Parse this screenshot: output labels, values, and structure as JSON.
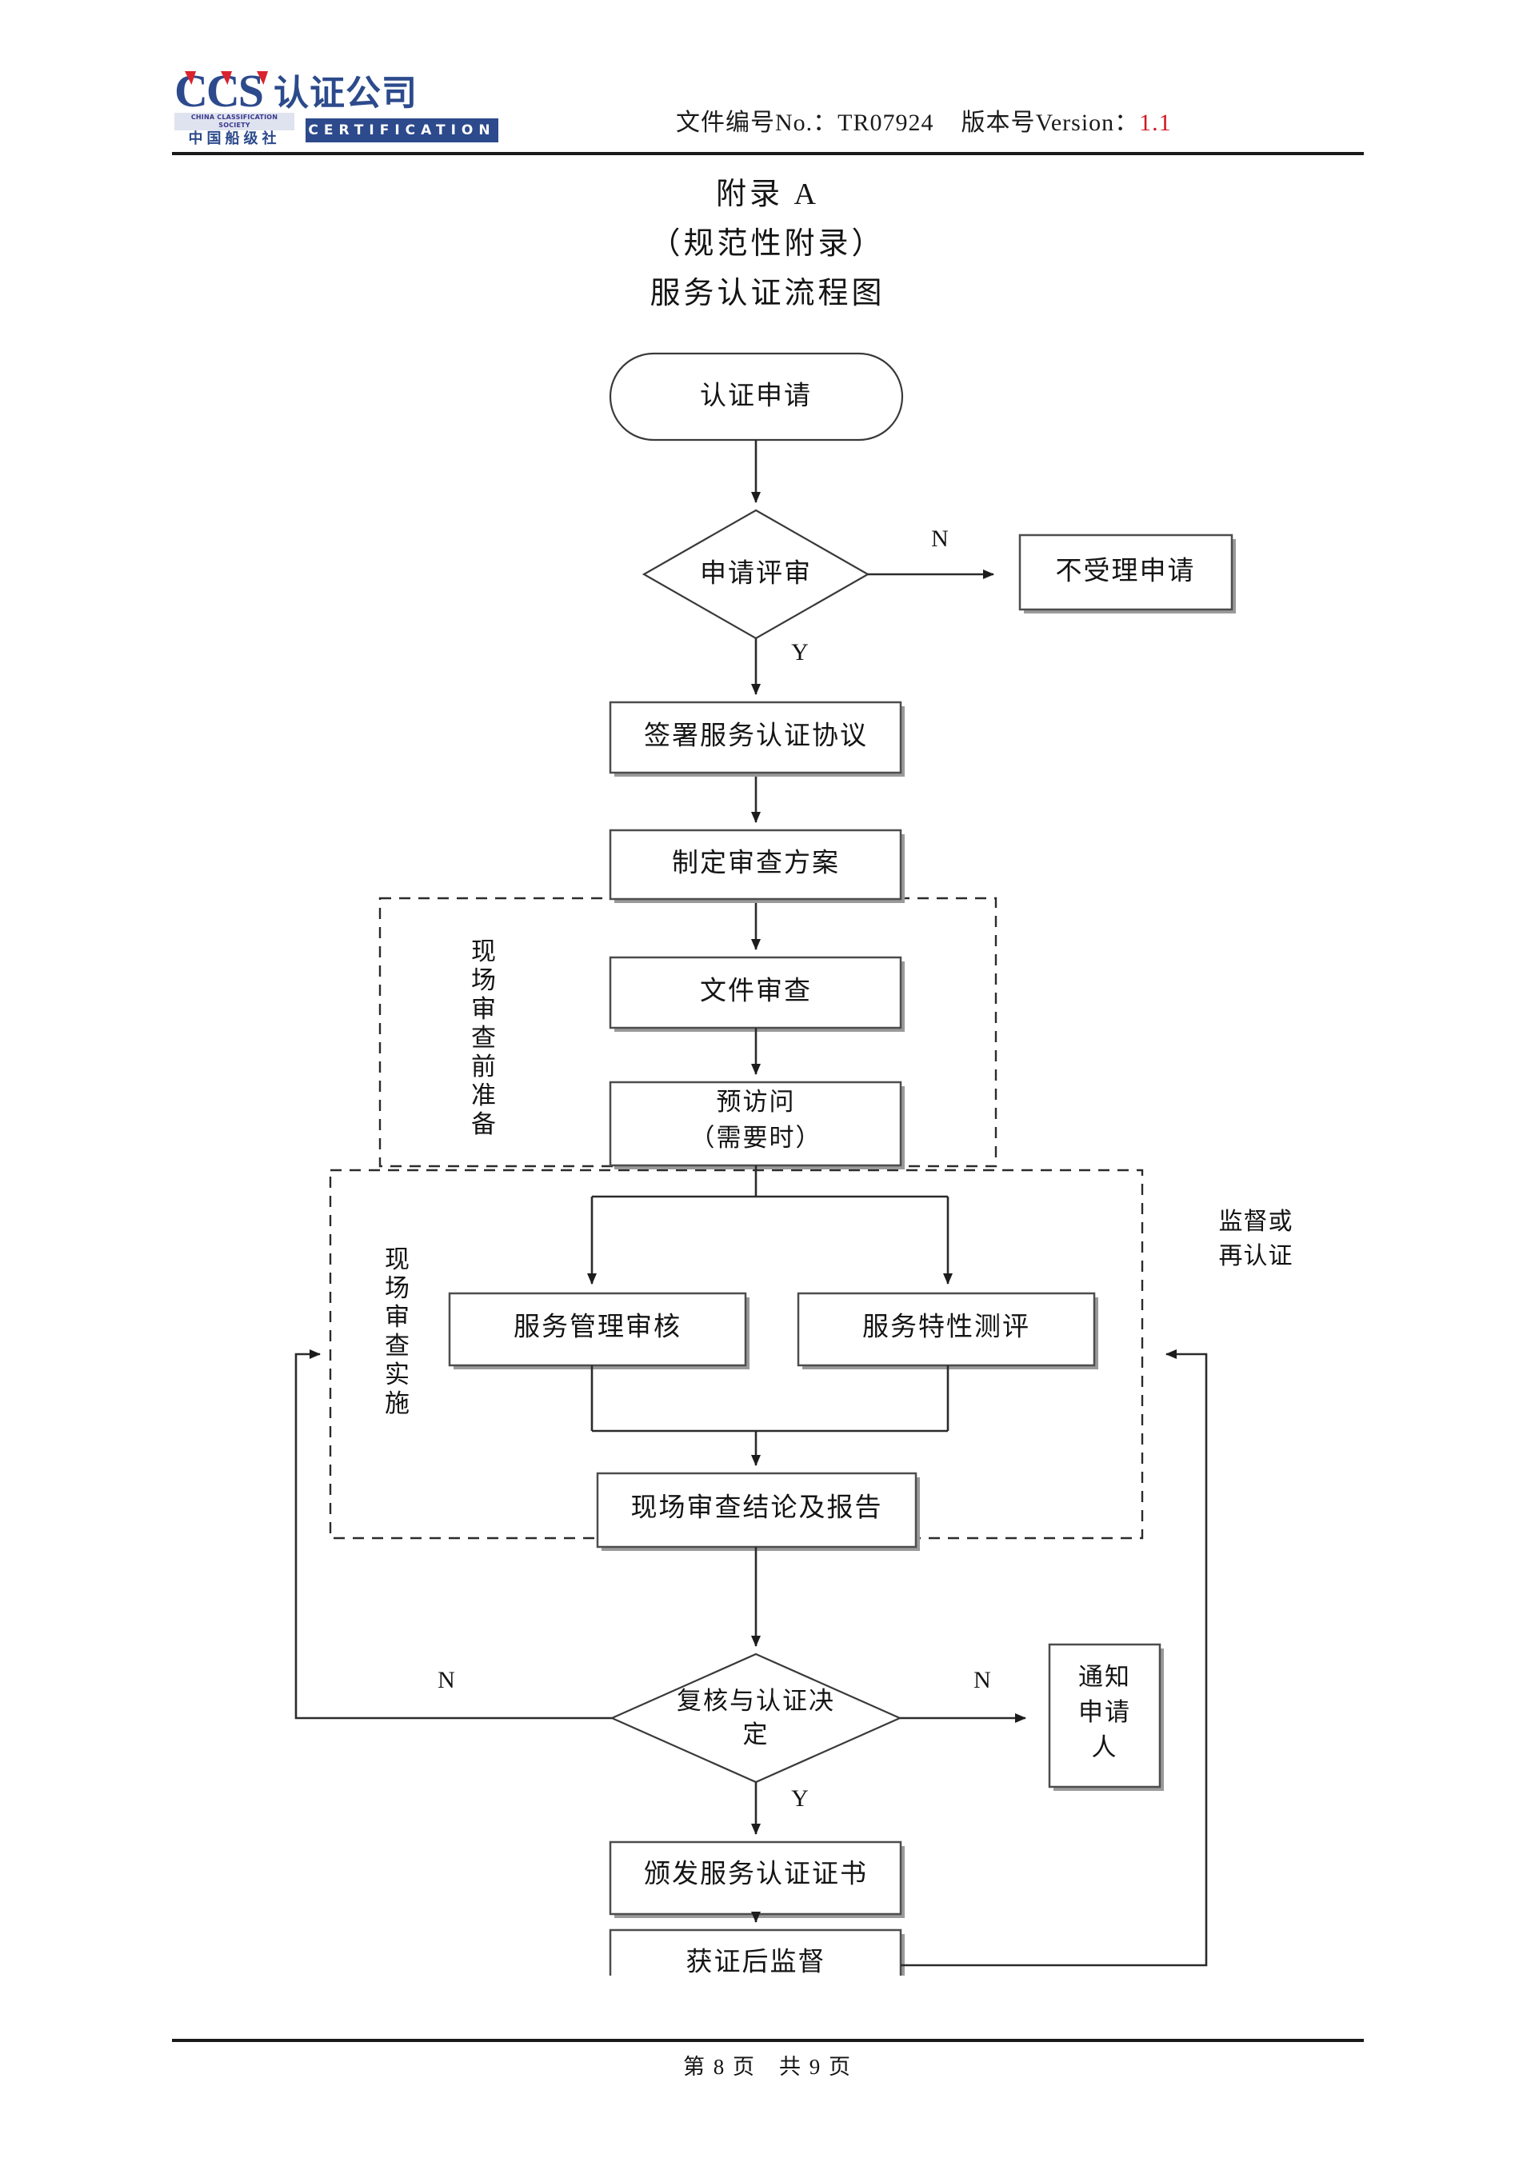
{
  "header": {
    "logo": {
      "mark_text": "CCS",
      "brand_cn": "认证公司",
      "society_en": "CHINA CLASSIFICATION SOCIETY",
      "society_cn": "中国船级社",
      "certification_en": "CERTIFICATION",
      "brand_color": "#2c4a8c",
      "accent_color": "#d9232e"
    },
    "doc_no_label": "文件编号No.：",
    "doc_no_value": "TR07924",
    "version_label": "版本号Version：",
    "version_value": "1.1",
    "version_color": "#d0171e"
  },
  "title": {
    "line1": "附录 A",
    "line2": "（规范性附录）",
    "line3": "服务认证流程图"
  },
  "flowchart": {
    "nodes": {
      "start": "认证申请",
      "review_decision": "申请评审",
      "reject": "不受理申请",
      "sign_agreement": "签署服务认证协议",
      "make_plan": "制定审查方案",
      "doc_review": "文件审查",
      "pre_visit_l1": "预访问",
      "pre_visit_l2": "（需要时）",
      "service_mgmt_audit": "服务管理审核",
      "service_char_eval": "服务特性测评",
      "onsite_report": "现场审查结论及报告",
      "final_decision_l1": "复核与认证决",
      "final_decision_l2": "定",
      "notify_applicant": "通知申请人",
      "issue_cert": "颁发服务认证证书",
      "post_surveillance": "获证后监督"
    },
    "groups": {
      "prep": "现场审查前准备",
      "onsite": "现场审查实施"
    },
    "side_labels": {
      "surveillance_l1": "监督或",
      "surveillance_l2": "再认证"
    },
    "edge_labels": {
      "review_no": "N",
      "review_yes": "Y",
      "decision_no_left": "N",
      "decision_no_right": "N",
      "decision_yes": "Y"
    }
  },
  "footer": {
    "page_text": "第 8 页　共 9 页"
  }
}
